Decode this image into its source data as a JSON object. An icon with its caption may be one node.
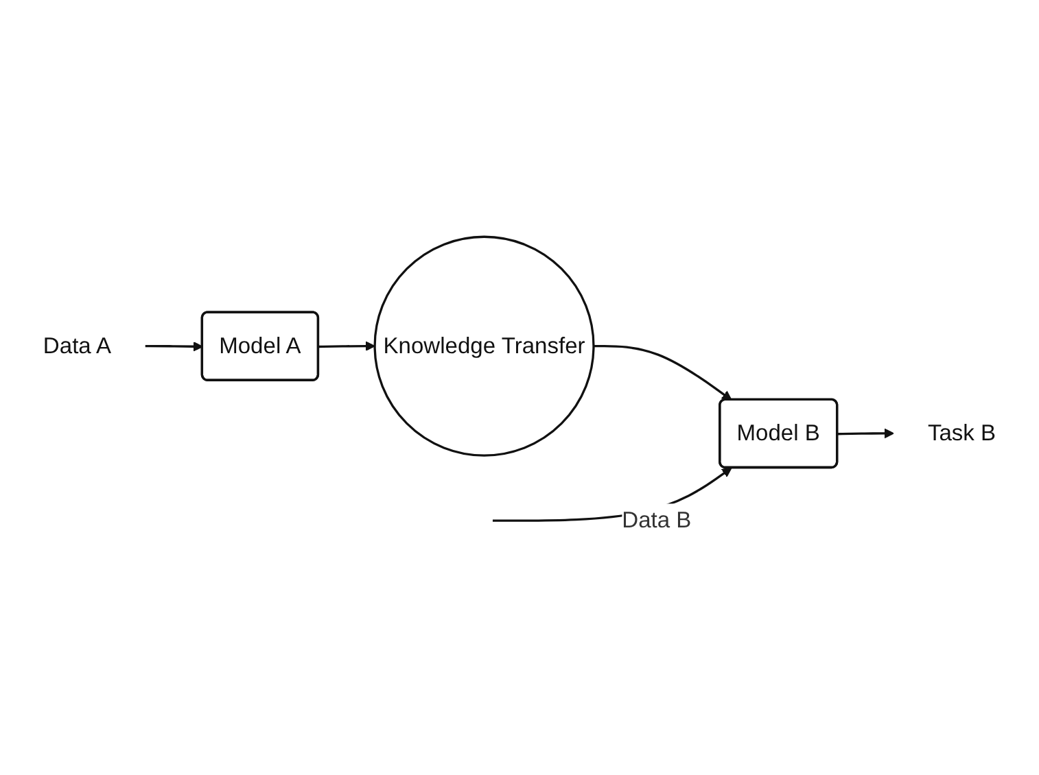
{
  "diagram": {
    "nodes": [
      {
        "text": [
          "Data A"
        ]
      },
      {
        "text": [
          "Model A"
        ]
      },
      {
        "text": [
          "Knowledge Transfer"
        ]
      },
      {
        "text": [
          "Model B"
        ]
      },
      {
        "text": [
          "Task B"
        ]
      }
    ],
    "edges": [
      {
        "from": 0,
        "to": 1,
        "arrow": "to"
      },
      {
        "from": 1,
        "to": 2,
        "arrow": "to"
      },
      {
        "from": 2,
        "to": 3,
        "arrow": "to"
      },
      {
        "from": 3,
        "to": 4,
        "arrow": "to"
      },
      {
        "from": null,
        "to": 3,
        "arrow": "to",
        "label": "Data B"
      }
    ]
  }
}
